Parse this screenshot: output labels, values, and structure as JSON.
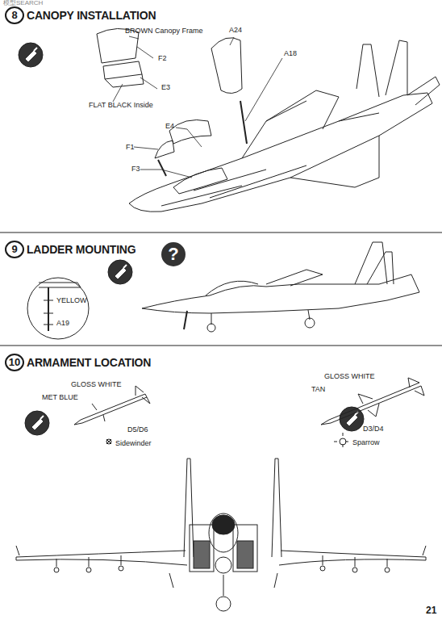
{
  "diagram": {
    "nodes": [
      {
        "text": [
          "8",
          "CANOPY INSTALLATION"
        ]
      },
      {
        "text": [
          "9",
          "LADDER MOUNTING"
        ]
      },
      {
        "text": [
          "?"
        ]
      },
      {
        "text": [
          "10",
          "ARMAMENT LOCATION"
        ]
      }
    ],
    "labels": [
      "模型SEARCH",
      "BROWN Canopy Frame",
      "F2",
      "E3",
      "FLAT BLACK Inside",
      "E4",
      "F1",
      "F3",
      "A24",
      "A18",
      "YELLOW",
      "A19",
      "GLOSS WHITE",
      "MET BLUE",
      "D5/D6",
      "Sidewinder",
      "GLOSS WHITE",
      "TAN",
      "D3/D4",
      "Sparrow",
      "21"
    ]
  }
}
